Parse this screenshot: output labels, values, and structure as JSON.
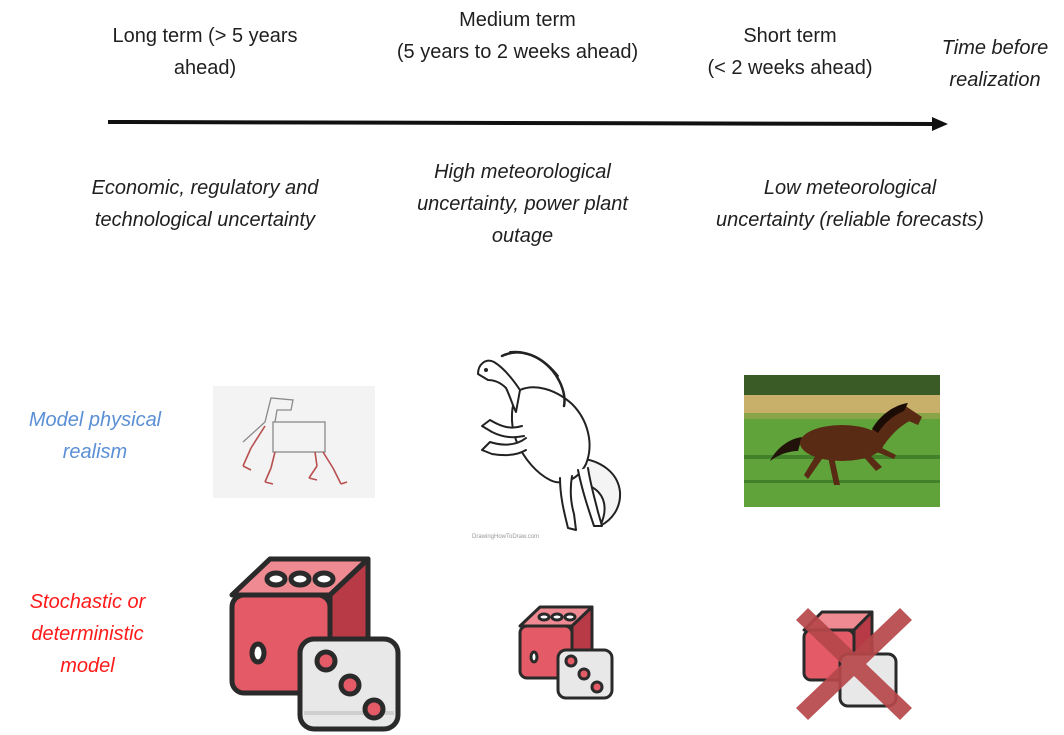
{
  "timeline": {
    "long_term": "Long term (> 5 years\nahead)",
    "medium_term": "Medium term\n(5 years to 2 weeks ahead)",
    "short_term": "Short term\n(< 2 weeks ahead)",
    "axis_label": "Time before\nrealization"
  },
  "uncertainty": {
    "long_term": "Economic, regulatory and\ntechnological uncertainty",
    "medium_term": "High meteorological\nuncertainty, power plant\noutage",
    "short_term": "Low meteorological\nuncertainty (reliable forecasts)"
  },
  "rows": {
    "realism": "Model physical\nrealism",
    "stochastic": "Stochastic or\ndeterministic\nmodel"
  },
  "colors": {
    "realism_label": "#5b8fd6",
    "stochastic_label": "#ff1a1a",
    "die_red": "#e45a66",
    "die_red_dark": "#b83a47",
    "die_white": "#e6e6e6",
    "cross": "#b5474a"
  },
  "icons": {
    "stick_horse": "stick-horse-drawing",
    "sketch_horse": "rearing-horse-sketch",
    "photo_horse": "running-horse-photo",
    "dice_large": "dice-icon",
    "dice_small": "dice-icon",
    "dice_crossed": "crossed-dice-icon"
  },
  "image_captions": {
    "sketch_horse_watermark": "DrawingHowToDraw.com"
  }
}
